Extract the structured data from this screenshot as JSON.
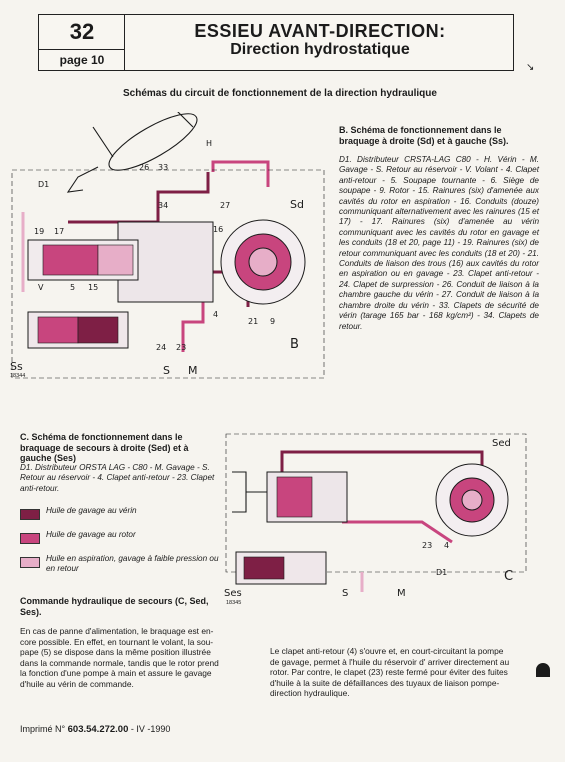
{
  "header": {
    "page_number": "32",
    "page_label": "page",
    "page_value": "10",
    "title": "ESSIEU AVANT-DIRECTION:",
    "subtitle": "Direction hydrostatique"
  },
  "section_heading": "Schémas du circuit de fonctionnement de la direction hydraulique",
  "panel_b": {
    "heading": "B. Schéma de fonctionnement dans le braquage à droite (Sd) et à gauche (Ss).",
    "text": "D1. Distributeur CRSTA-LAG C80 - H. Vérin - M. Gavage - S. Retour au réservoir - V. Volant - 4. Clapet anti-retour - 5. Soupape tournante - 6. Siège de soupape - 9. Rotor - 15. Rainures (six) d'amenée aux cavités du rotor en aspiration - 16. Conduits (douze) communiquant alternativement avec les rainures (15 et 17) - 17. Rainures (six) d'amenée au vérin communiquant avec les cavités du rotor en gavage et les conduits (18 et 20, page 11) - 19. Rainures (six) de retour communiquant avec les conduits (18 et 20) - 21. Conduits de liaison des trous (16) aux cavités du rotor en aspiration ou en gavage - 23. Clapet anti-retour - 24. Clapet de surpression - 26. Conduit de liaison à la chambre gauche du vérin - 27. Conduit de liaison à la chambre droite du vérin - 33. Clapets de sécurité de vérin (tarage 165 bar - 168 kg/cm²) - 34. Clapets de retour.",
    "figure_number": "18344",
    "labels": {
      "sd": "Sd",
      "ss": "Ss",
      "b": "B",
      "s": "S",
      "m": "M",
      "v": "V",
      "h": "H",
      "d1": "D1",
      "n4": "4",
      "n5": "5",
      "n9": "9",
      "n15": "15",
      "n16": "16",
      "n17": "17",
      "n19": "19",
      "n21": "21",
      "n23": "23",
      "n24": "24",
      "n26": "26",
      "n27": "27",
      "n33": "33",
      "n34": "34"
    }
  },
  "panel_c": {
    "heading": "C. Schéma de fonctionnement dans le braquage de secours à droite (Sed) et à gauche (Ses)",
    "text": "D1. Distributeur ORSTA LAG - C80 - M. Gavage - S. Retour au réservoir - 4. Clapet anti-retour - 23. Clapet anti-retour.",
    "figure_number": "18345",
    "labels": {
      "sed": "Sed",
      "ses": "Ses",
      "c": "C",
      "s": "S",
      "m": "M",
      "d1": "D1",
      "n4": "4",
      "n23": "23"
    }
  },
  "legend": [
    {
      "label": "Huile de gavage au vérin",
      "color": "#7e1f45"
    },
    {
      "label": "Huile de gavage au rotor",
      "color": "#c8457e"
    },
    {
      "label": "Huile en aspiration, gavage à faible pression ou en retour",
      "color": "#e7aec8"
    }
  ],
  "secours": {
    "heading": "Commande hydraulique de secours (C, Sed, Ses).",
    "text": "En cas de panne d'alimentation, le braquage est en-core possible. En effet, en tournant le volant, la sou-pape (5) se dispose dans la même position illustrée dans la commande normale, tandis que le rotor prend la fonction d'une pompe à main et assure le gavage d'huile au vérin de commande."
  },
  "clapet_text": "Le clapet anti-retour (4) s'ouvre et, en court-circuitant la pompe de gavage, permet à l'huile du réservoir d' arriver directement au rotor. Par contre, le clapet (23) reste fermé pour éviter des fuites d'huile à la suite de défaillances des tuyaux de liaison pompe-direction hydraulique.",
  "footer": {
    "prefix": "Imprimé N°",
    "code": "603.54.272.00",
    "suffix": "- IV -1990"
  },
  "colors": {
    "dark_oil": "#7e1f45",
    "mid_oil": "#c8457e",
    "light_oil": "#e7aec8",
    "ink": "#1b1b1b"
  }
}
